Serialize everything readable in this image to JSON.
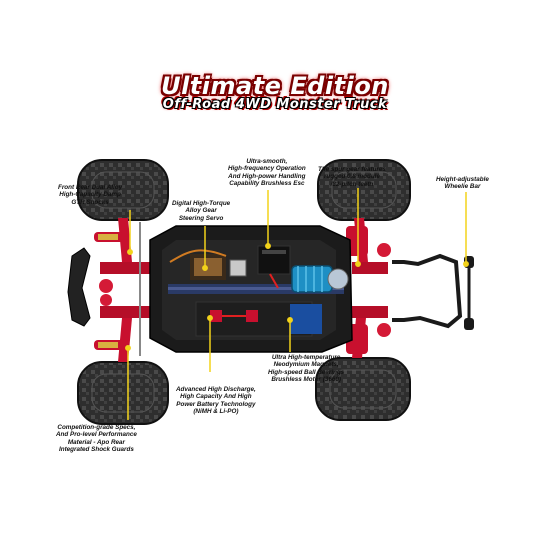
{
  "header": {
    "title": "Ultimate Edition",
    "subtitle": "Off-Road 4WD Monster Truck"
  },
  "callouts": [
    {
      "id": "front-rear-shocks",
      "lines": [
        "Front Rear Dual Alloy",
        "High-Capacity Damp",
        "GTR Shocks"
      ]
    },
    {
      "id": "steering-servo",
      "lines": [
        "Digital High-Torque",
        "Alloy Gear",
        "Steering Servo"
      ]
    },
    {
      "id": "brushless-esc",
      "lines": [
        "Ultra-smooth,",
        "High-frequency Operation",
        "And High-power Handling",
        "Capability Brushless Esc"
      ]
    },
    {
      "id": "spur-gear",
      "lines": [
        "The spur gear features",
        "rugged 0.8 module",
        "/32-pitch teeth"
      ]
    },
    {
      "id": "wheelie-bar",
      "lines": [
        "Height-adjustable",
        "Wheelie Bar"
      ]
    },
    {
      "id": "battery-tech",
      "lines": [
        "Advanced High Discharge,",
        "High Capacity And High",
        "Power Battery Technology",
        "(NiMH & Li-PO)"
      ]
    },
    {
      "id": "brushless-motor",
      "lines": [
        "Ultra High-temperature",
        "Neodymium Magnets,",
        "High-speed Ball Bearings",
        "Brushless Motor (3660)"
      ]
    },
    {
      "id": "shock-guards",
      "lines": [
        "Competition-grade Specs,",
        "And Pro-level Performance",
        "Material - Apo Rear",
        "Integrated Shock Guards"
      ]
    }
  ],
  "colors": {
    "accent_red": "#c8102e",
    "callout_yellow": "#f2d21a",
    "chassis": "#1b1b1b",
    "motor_blue": "#1e8fc4",
    "tire": "#2b2b2b"
  }
}
